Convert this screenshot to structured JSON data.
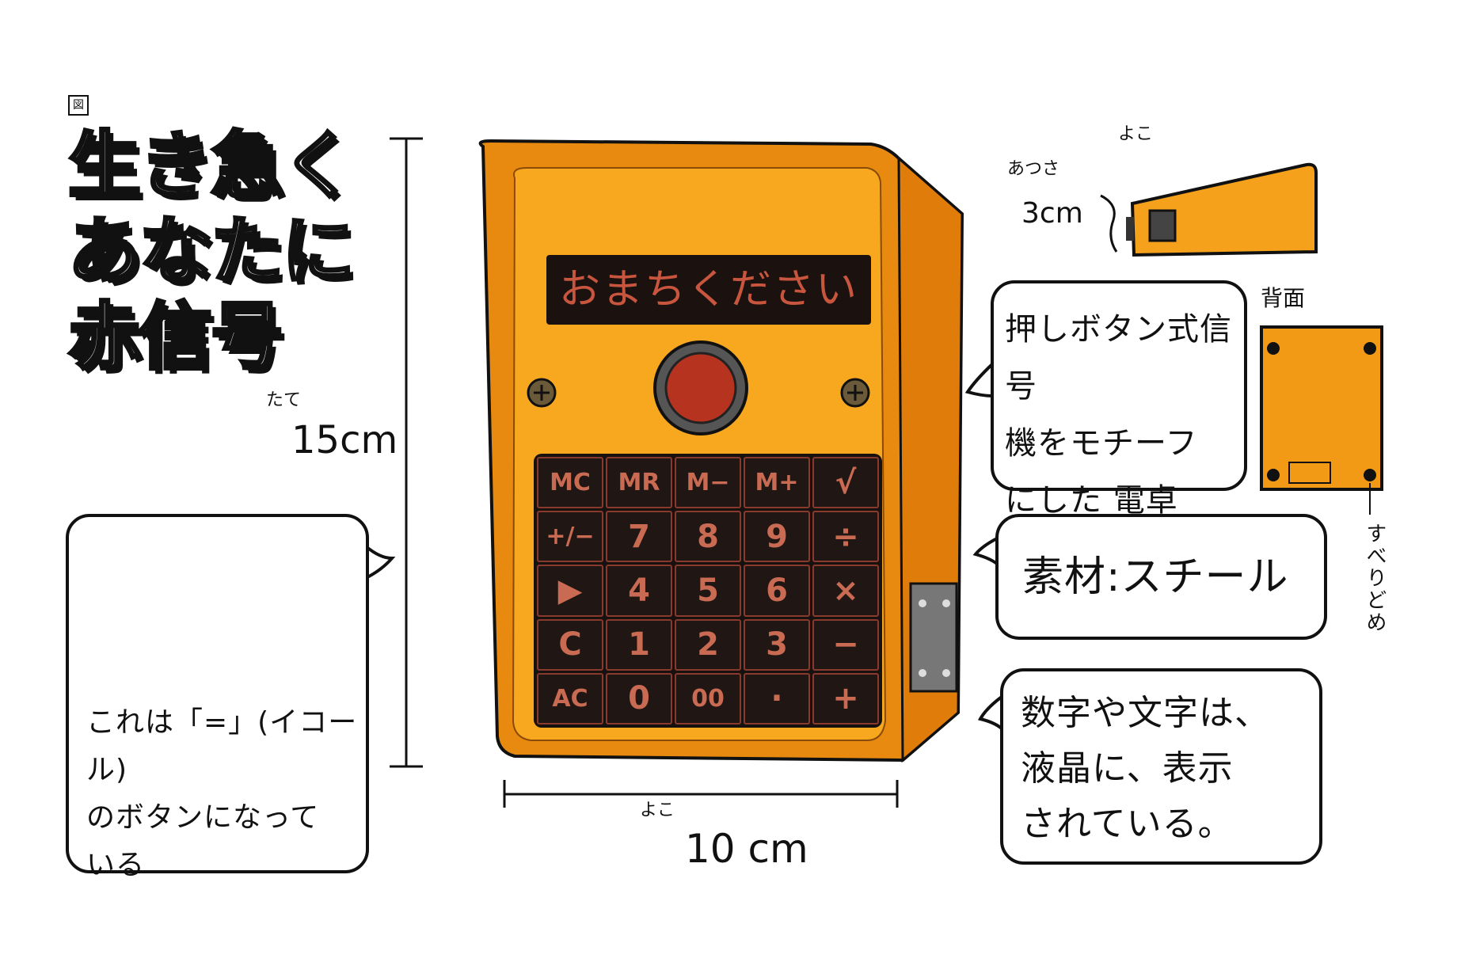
{
  "figure_mark": "図",
  "title": {
    "lines": [
      "生き急く",
      "あなたに",
      "赤信号"
    ]
  },
  "dimensions": {
    "height_label": "たて",
    "height_value": "15cm",
    "width_label": "よこ",
    "width_value": "10 cm",
    "depth_label": "あつさ",
    "depth_value": "3cm",
    "side_view_label": "よこ",
    "back_view_label": "背面",
    "non_slip_label": "すべりどめ"
  },
  "calculator": {
    "display_text": "おまちください",
    "keys": [
      "MC",
      "MR",
      "M−",
      "M+",
      "√",
      "+/−",
      "7",
      "8",
      "9",
      "÷",
      "▶",
      "4",
      "5",
      "6",
      "×",
      "C",
      "1",
      "2",
      "3",
      "−",
      "AC",
      "0",
      "00",
      "·",
      "+"
    ],
    "body_color": "#f5a11c",
    "key_color": "#c96a52",
    "button_color": "#b5331f"
  },
  "bubbles": {
    "equals_note": [
      "これは「=」(イコール)",
      "のボタンになって",
      "いる"
    ],
    "motif_note": [
      "押しボタン式信号",
      "機をモチーフ",
      "にした 電卓"
    ],
    "material_note": "素材:スチール",
    "lcd_note": [
      "数字や文字は、",
      "液晶に、表示",
      "されている。"
    ]
  }
}
